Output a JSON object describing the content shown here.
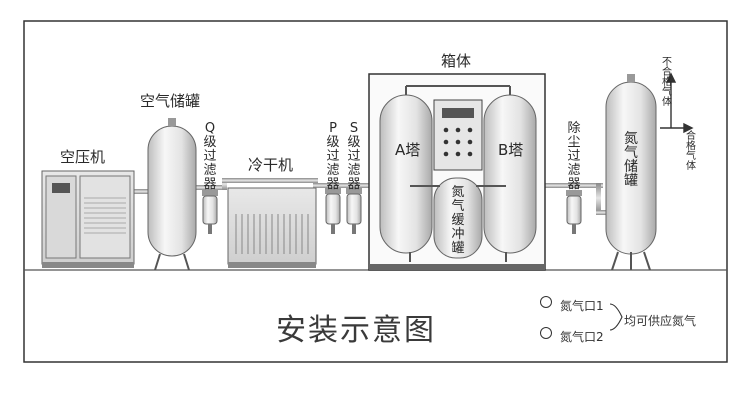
{
  "labels": {
    "compressor": "空压机",
    "air_tank": "空气储罐",
    "q_filter": "Q级过滤器",
    "dryer": "冷干机",
    "p_filter": "P级过滤器",
    "s_filter": "S级过滤器",
    "cabinet": "箱体",
    "tower_a": "A塔",
    "tower_b": "B塔",
    "buffer_tank": "氮气缓冲罐",
    "dust_filter": "除尘过滤器",
    "nitrogen_tank": "氮气储罐",
    "unqualified_gas": "不合格气体",
    "qualified_gas": "合格气体"
  },
  "title": "安装示意图",
  "outlets": {
    "outlet_1": "氮气口1",
    "outlet_2": "氮气口2",
    "note": "均可供应氮气"
  }
}
